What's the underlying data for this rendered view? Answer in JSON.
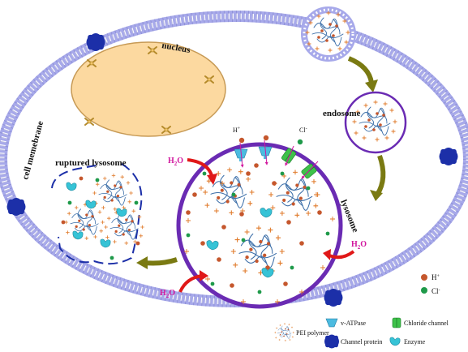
{
  "labels": {
    "nucleus": "nucleus",
    "endosome": "endosome",
    "cell_membrane": "cell memebrane",
    "ruptured_lysosome": "ruptured lysosome",
    "lysosome": "lysosome",
    "h_plus": "H",
    "h_plus_sup": "+",
    "cl_minus": "Cl",
    "cl_minus_sup": "-",
    "water": "H",
    "water_sub": "2",
    "water_o": "O"
  },
  "legend": {
    "vatpase": "v-ATPase",
    "chloride": "Chloride channel",
    "channel_protein": "Channel protein",
    "enzyme": "Enzyme",
    "pei": "PEI polymer",
    "h_ion": "H",
    "h_ion_sup": "+",
    "cl_ion": "Cl",
    "cl_ion_sup": "-"
  },
  "colors": {
    "membrane": "#a7a9ea",
    "membrane_dark": "#7d80c9",
    "nucleus_fill": "#fcd9a0",
    "nucleus_stroke": "#c79a55",
    "lysosome_stroke": "#6a2bb3",
    "proton": "#c5572d",
    "chloride_ion": "#1f9a4a",
    "water_text": "#d1179e",
    "arrow_red": "#e01818",
    "arrow_olive": "#7a7a12",
    "enzyme": "#36c3d6",
    "vatpase": "#4cbbe0",
    "channel_green": "#3ec24a",
    "channel_protein": "#1c2fa8",
    "polymer": "#3b6ea8"
  }
}
